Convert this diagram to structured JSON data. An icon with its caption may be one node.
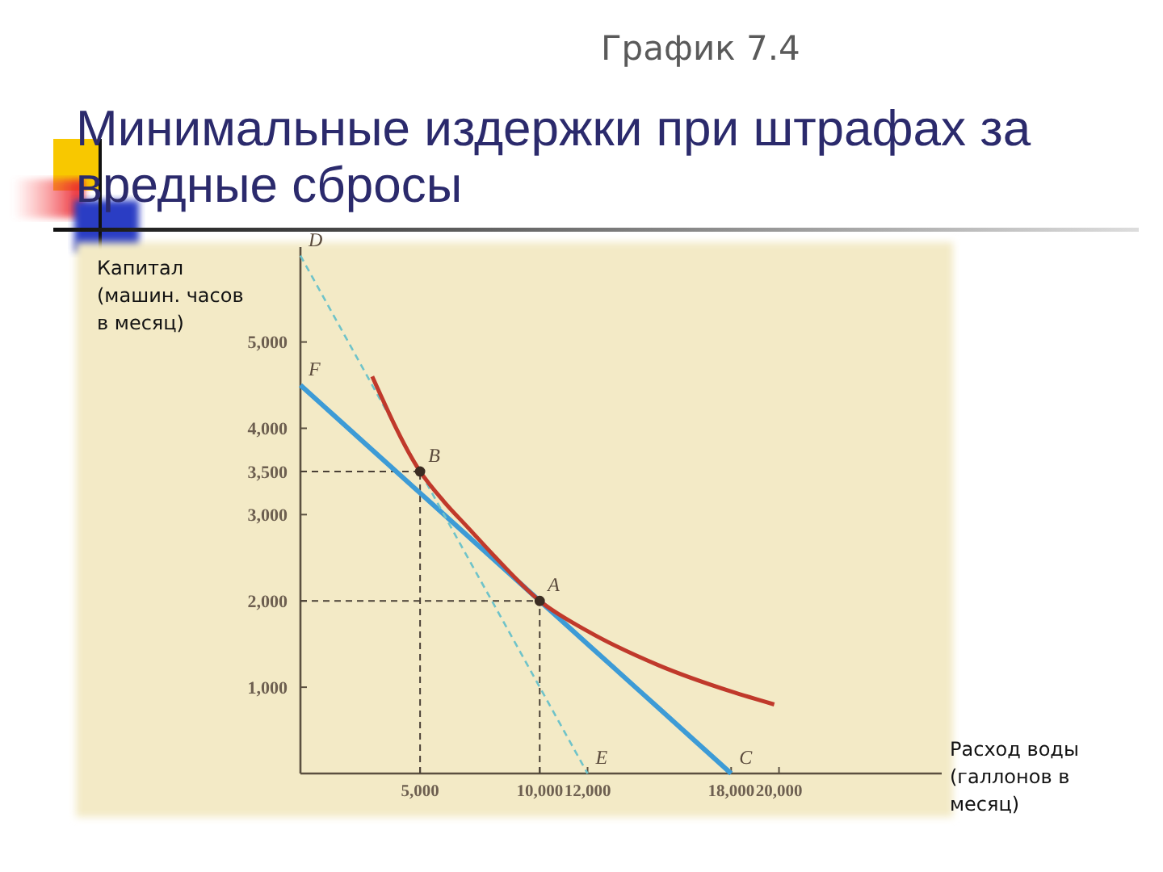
{
  "diagram": {
    "title": "Минимальные издержки при штрафах за вредные сбросы",
    "labels": [
      "График 7.4"
    ],
    "chart_data": {
      "type": "line",
      "xlabel": "Расход воды (галлонов в месяц)",
      "ylabel": "Капитал (машин. часов в месяц)",
      "x": [
        0,
        3000,
        5000,
        6000,
        7000,
        8000,
        10000,
        12000,
        15000,
        18000,
        19800
      ],
      "series": [
        {
          "color": "#3d9bd6",
          "values": [
            4500,
            3750,
            3250,
            3000,
            2750,
            2500,
            2000,
            1500,
            750,
            0,
            null
          ]
        },
        {
          "color": "#6fc3c9",
          "line_style": "dashed",
          "values": [
            6000,
            4500,
            3500,
            3000,
            2500,
            2000,
            1000,
            0,
            null,
            null,
            null
          ]
        },
        {
          "color": "#c0392b",
          "values": [
            null,
            4600,
            3500,
            3150,
            2850,
            2550,
            2000,
            1650,
            1250,
            950,
            800
          ]
        }
      ],
      "xlim": [
        0,
        26800
      ],
      "ylim": [
        0,
        6100
      ],
      "xticks": [
        {
          "value": 5000,
          "label": "5,000"
        },
        {
          "value": 10000,
          "label": "10,000"
        },
        {
          "value": 12000,
          "label": "12,000"
        },
        {
          "value": 18000,
          "label": "18,000"
        },
        {
          "value": 20000,
          "label": "20,000"
        }
      ],
      "yticks": [
        {
          "value": 1000,
          "label": "1,000"
        },
        {
          "value": 2000,
          "label": "2,000"
        },
        {
          "value": 3000,
          "label": "3,000"
        },
        {
          "value": 3500,
          "label": "3,500"
        },
        {
          "value": 4000,
          "label": "4,000"
        },
        {
          "value": 5000,
          "label": "5,000"
        }
      ],
      "ref_lines": [
        {
          "axis": "y",
          "value": 3500,
          "line_style": "dashed"
        },
        {
          "axis": "x",
          "value": 5000,
          "line_style": "dashed"
        },
        {
          "axis": "y",
          "value": 2000,
          "line_style": "dashed"
        },
        {
          "axis": "x",
          "value": 10000,
          "line_style": "dashed"
        }
      ],
      "annotations": [
        {
          "text": "D",
          "x": 0,
          "y": 6000
        },
        {
          "text": "F",
          "x": 0,
          "y": 4500
        },
        {
          "text": "B",
          "x": 5000,
          "y": 3500
        },
        {
          "text": "A",
          "x": 10000,
          "y": 2000
        },
        {
          "text": "E",
          "x": 12000,
          "y": 0
        },
        {
          "text": "C",
          "x": 18000,
          "y": 0
        }
      ]
    }
  }
}
